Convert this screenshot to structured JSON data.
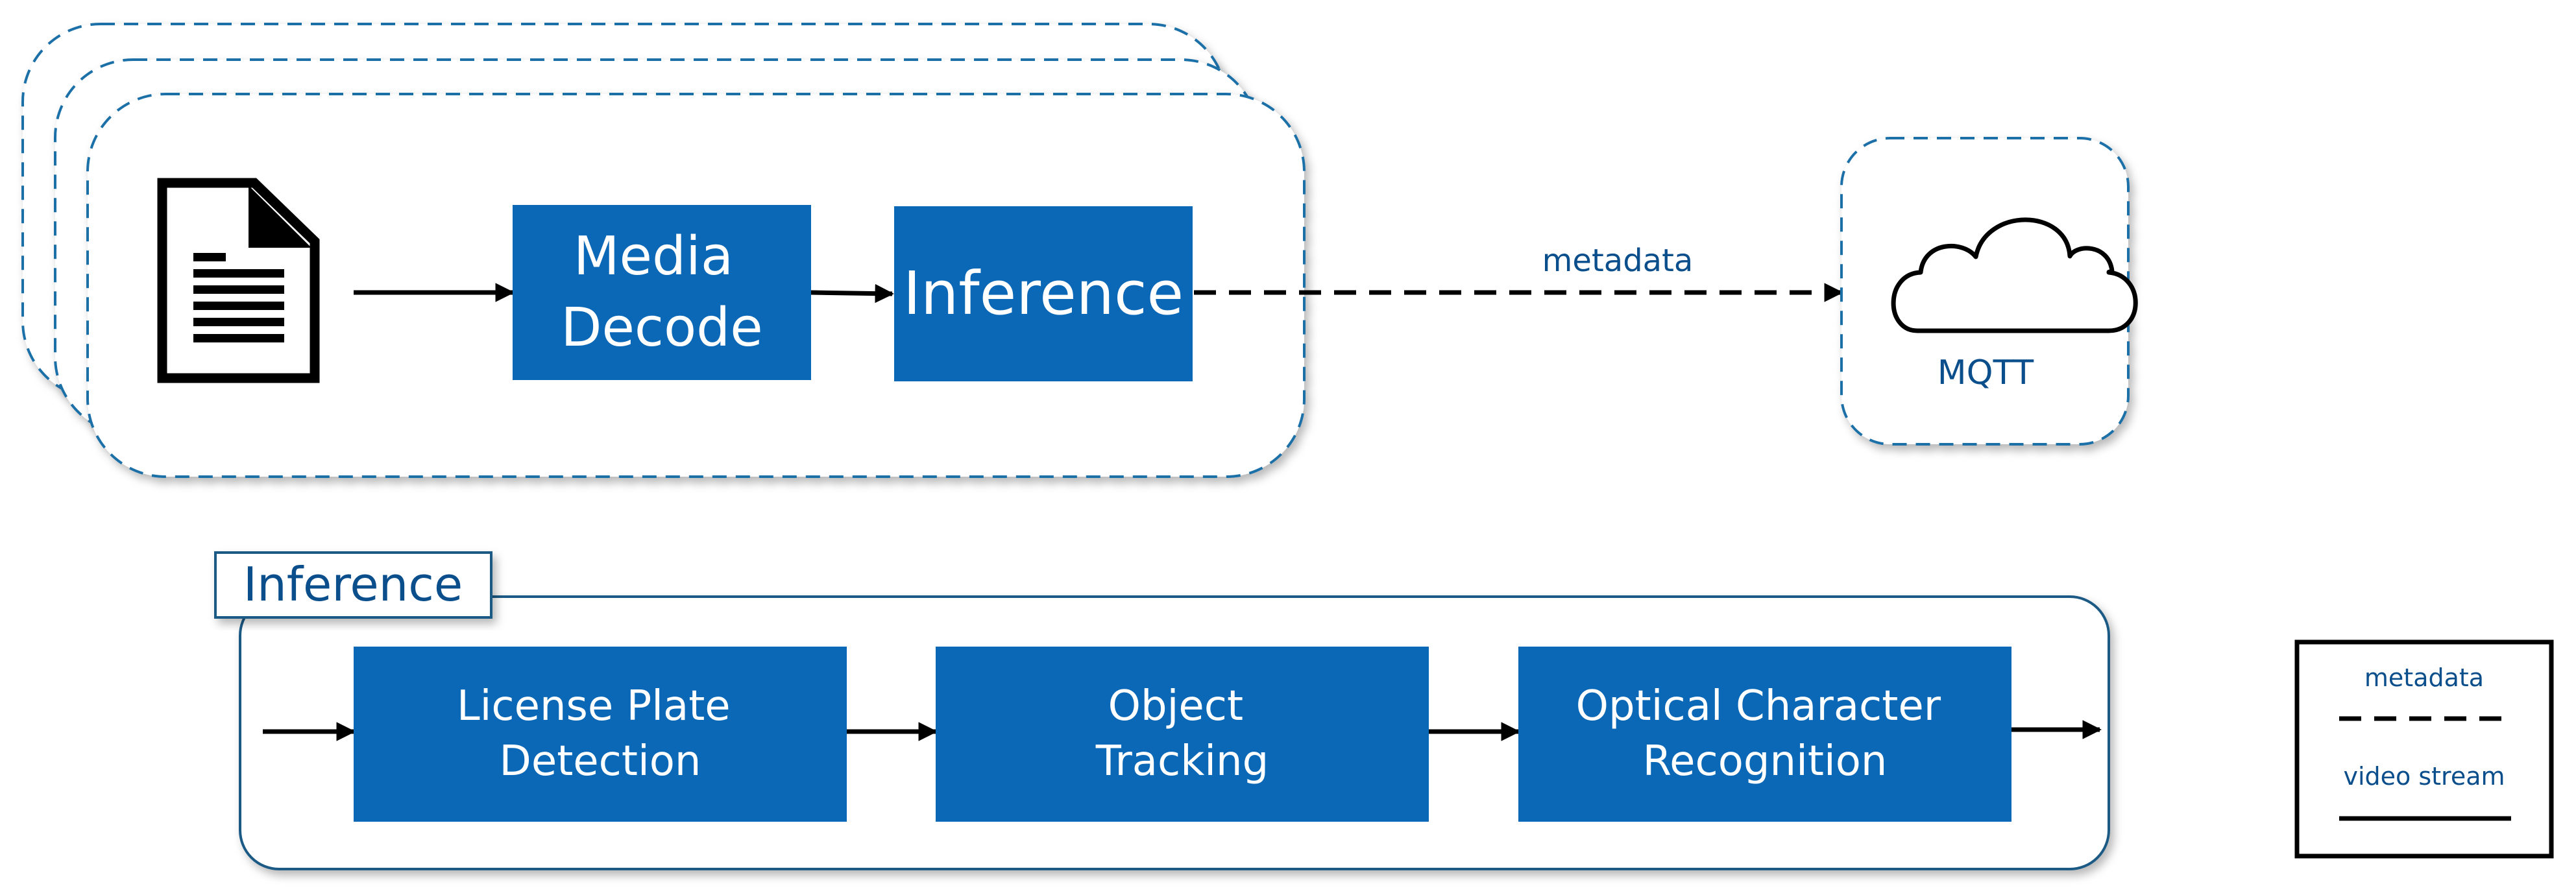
{
  "colors": {
    "block_fill": "#0b68b7",
    "block_text": "#ffffff",
    "label_text": "#0a4e8c",
    "frame_stroke": "#1f6fa8",
    "arrow": "#000000"
  },
  "pipeline": {
    "source_icon": "document-icon",
    "media_decode": [
      "Media",
      "Decode"
    ],
    "inference": "Inference",
    "edge_label": "metadata"
  },
  "mqtt": {
    "icon": "cloud-icon",
    "label": "MQTT"
  },
  "inference_detail": {
    "title": "Inference",
    "stages": [
      [
        "License Plate",
        "Detection"
      ],
      [
        "Object",
        "Tracking"
      ],
      [
        "Optical Character",
        "Recognition"
      ]
    ]
  },
  "legend": {
    "metadata_label": "metadata",
    "video_stream_label": "video stream"
  }
}
